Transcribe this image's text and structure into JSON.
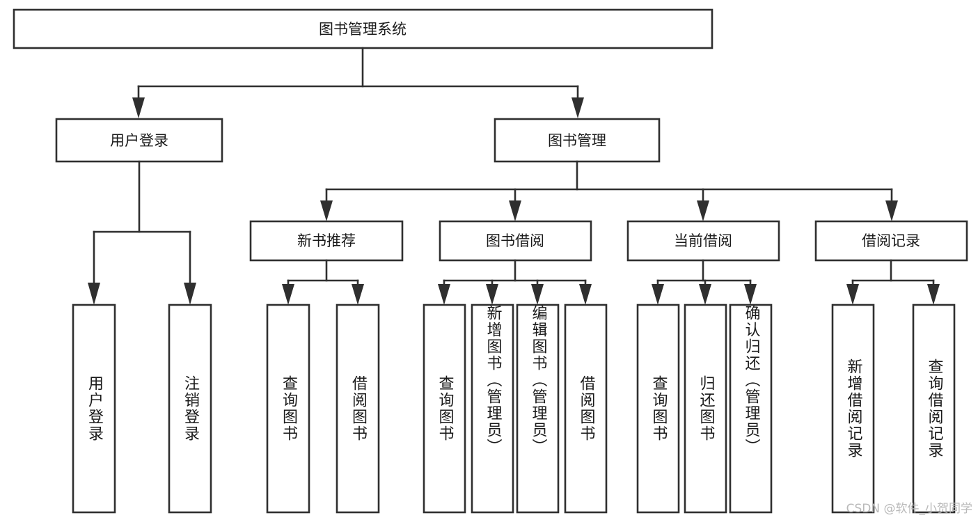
{
  "diagram": {
    "type": "hierarchy-tree",
    "title": "图书管理系统",
    "watermark": "CSDN @软件_小贺同学",
    "colors": {
      "box_stroke": "#2f2f2f",
      "box_fill": "#ffffff",
      "text": "#1a1a1a",
      "background": "#ffffff",
      "watermark": "#b9b9b9"
    },
    "root": {
      "label": "图书管理系统"
    },
    "level1": [
      {
        "label": "用户登录"
      },
      {
        "label": "图书管理"
      }
    ],
    "level2": [
      {
        "label": "新书推荐"
      },
      {
        "label": "图书借阅"
      },
      {
        "label": "当前借阅"
      },
      {
        "label": "借阅记录"
      }
    ],
    "leaves": {
      "user_login": [
        {
          "label": "用户登录"
        },
        {
          "label": "注销登录"
        }
      ],
      "new_book_recommend": [
        {
          "label": "查询图书"
        },
        {
          "label": "借阅图书"
        }
      ],
      "book_borrow": [
        {
          "label": "查询图书"
        },
        {
          "label": "新增图书（管理员）"
        },
        {
          "label": "编辑图书（管理员）"
        },
        {
          "label": "借阅图书"
        }
      ],
      "current_borrow": [
        {
          "label": "查询图书"
        },
        {
          "label": "归还图书"
        },
        {
          "label": "确认归还（管理员）"
        }
      ],
      "borrow_record": [
        {
          "label": "新增借阅记录"
        },
        {
          "label": "查询借阅记录"
        }
      ]
    }
  }
}
